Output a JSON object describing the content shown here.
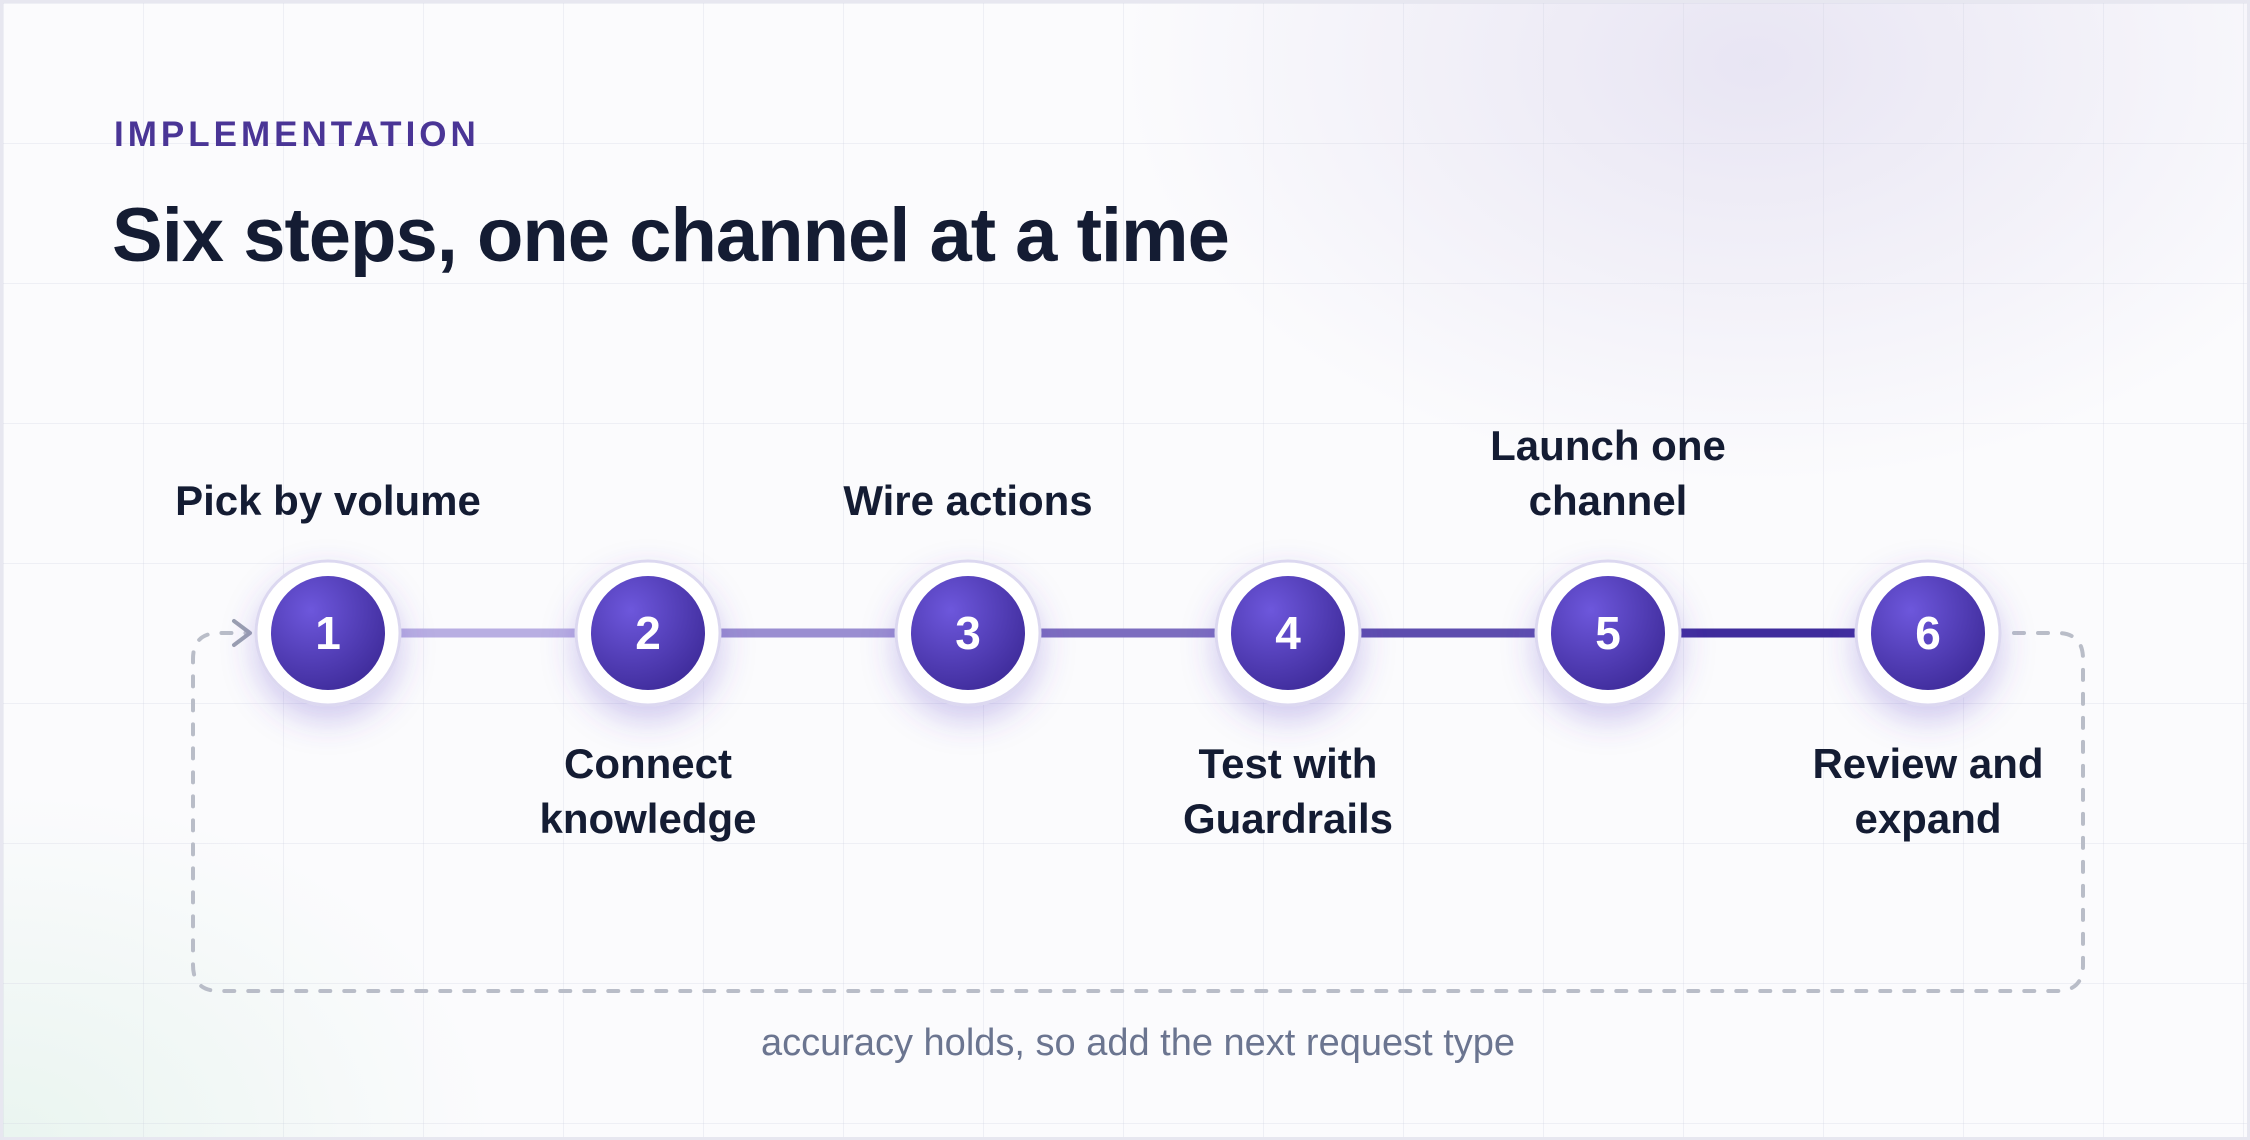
{
  "header": {
    "eyebrow": "IMPLEMENTATION",
    "title": "Six steps, one channel at a time"
  },
  "steps": [
    {
      "number": "1",
      "lines": [
        "Pick by volume"
      ],
      "position": "above"
    },
    {
      "number": "2",
      "lines": [
        "Connect",
        "knowledge"
      ],
      "position": "below"
    },
    {
      "number": "3",
      "lines": [
        "Wire actions"
      ],
      "position": "above"
    },
    {
      "number": "4",
      "lines": [
        "Test with",
        "Guardrails"
      ],
      "position": "below"
    },
    {
      "number": "5",
      "lines": [
        "Launch one",
        "channel"
      ],
      "position": "above"
    },
    {
      "number": "6",
      "lines": [
        "Review and",
        "expand"
      ],
      "position": "below"
    }
  ],
  "loop": {
    "caption": "accuracy holds, so add the next request type"
  },
  "colors": {
    "node_fill_top": "#6b56d8",
    "node_fill_bottom": "#3f2c9c",
    "node_ring": "#dcd8f0",
    "connector_start": "#b8aee2",
    "connector_end": "#3f2c9c",
    "loop_stroke": "#b9bdc8",
    "text_dark": "#141c33",
    "eyebrow": "#4a3596",
    "caption": "#6b7590"
  }
}
